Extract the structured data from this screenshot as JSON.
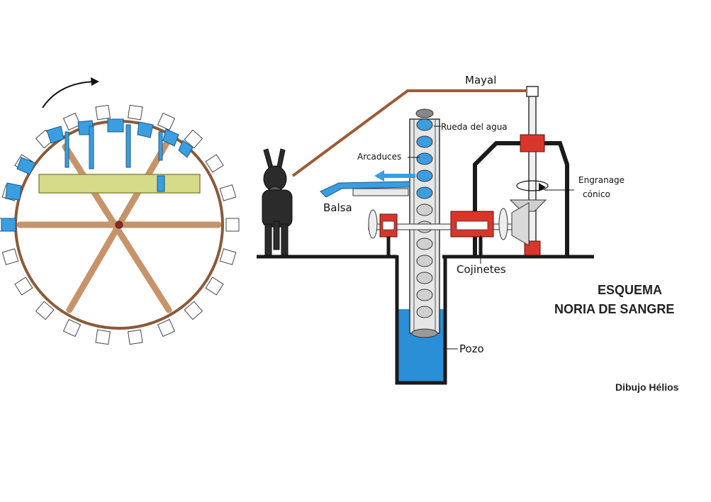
{
  "labels": {
    "mayal": "Mayal",
    "rueda": "Rueda del agua",
    "arcaduces": "Arcaduces",
    "balsa": "Balsa",
    "engranage_line1": "Engranage",
    "engranage_line2": "cónico",
    "cojinetes": "Cojinetes",
    "pozo": "Pozo"
  },
  "title": {
    "line1": "ESQUEMA",
    "line2": "NORIA DE SANGRE"
  },
  "credit": "Dibujo Hélios",
  "colors": {
    "wood": "#b5835a",
    "water": "#2a8fd6",
    "bucket": "#3a9ee0",
    "plank": "#d6db8a",
    "gear_red": "#d8362a",
    "wall": "#1a1a1a"
  }
}
